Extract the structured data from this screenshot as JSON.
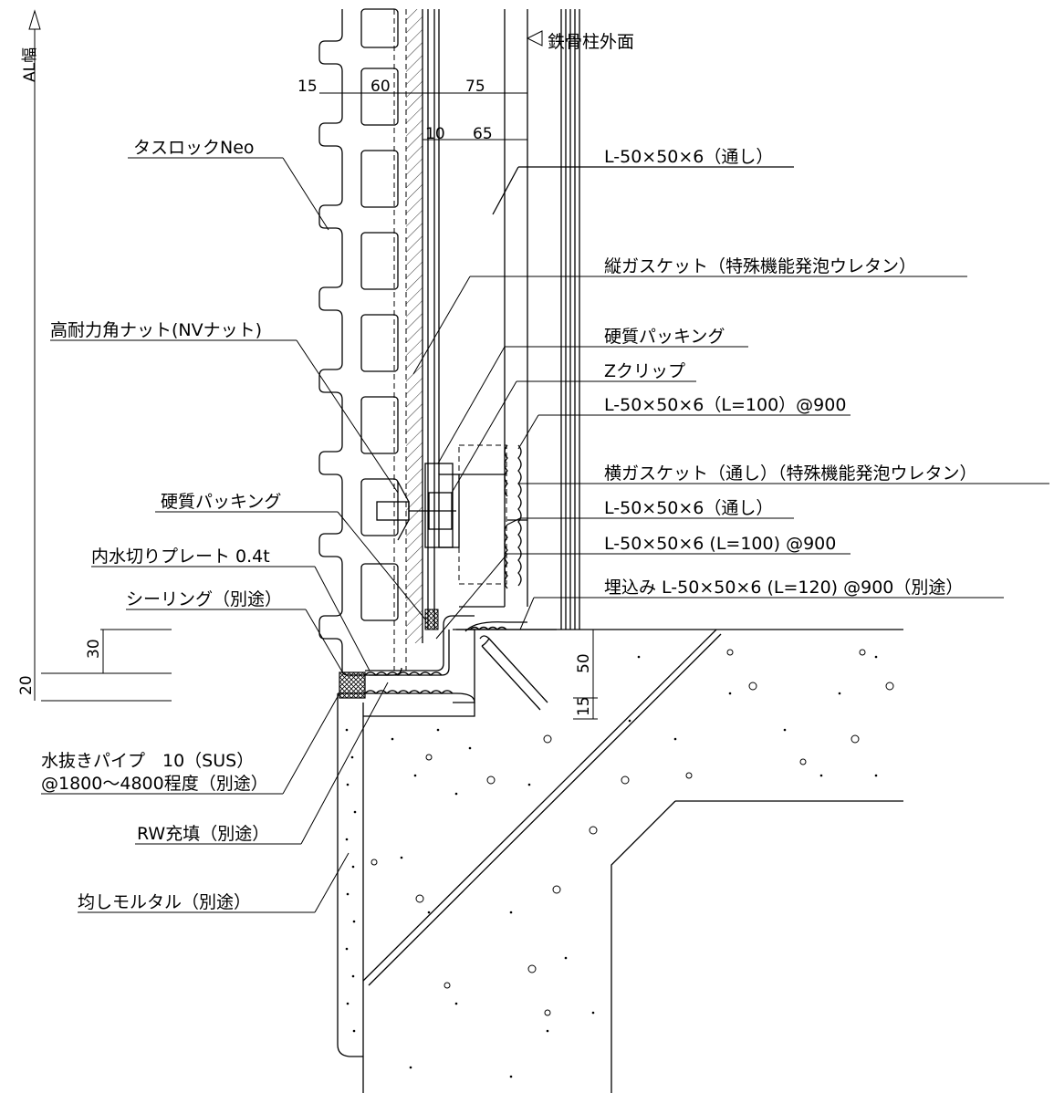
{
  "labels": {
    "al_width": "AL幅",
    "steel_column_face": "鉄骨柱外面",
    "tasrock_neo": "タスロックNeo",
    "angle_continuous_top": "L-50×50×6（通し）",
    "vertical_gasket": "縦ガスケット（特殊機能発泡ウレタン）",
    "hex_nut": "高耐力角ナット(NVナット)",
    "hard_packing_right": "硬質パッキング",
    "z_clip": "Zクリップ",
    "angle_l100_top": "L-50×50×6（L=100）@900",
    "horizontal_gasket": "横ガスケット（通し）（特殊機能発泡ウレタン）",
    "hard_packing_left": "硬質パッキング",
    "angle_continuous_mid": "L-50×50×6（通し）",
    "inner_flashing_plate": "内水切りプレート 0.4t",
    "angle_l100_bottom": "L-50×50×6 (L=100) @900",
    "sealing": "シーリング（別途）",
    "embedded_angle": "埋込み L-50×50×6 (L=120) @900（別途）",
    "drain_pipe_line1": "水抜きパイプ　10（SUS）",
    "drain_pipe_line2": "@1800～4800程度（別途）",
    "rw_filling": "RW充填（別途）",
    "leveling_mortar": "均しモルタル（別途）"
  },
  "dimensions": {
    "d15": "15",
    "d60": "60",
    "d75": "75",
    "d10": "10",
    "d65": "65",
    "d30": "30",
    "d20": "20",
    "d50": "50",
    "d15b": "15"
  },
  "colors": {
    "line": "#000000",
    "background": "#ffffff"
  }
}
